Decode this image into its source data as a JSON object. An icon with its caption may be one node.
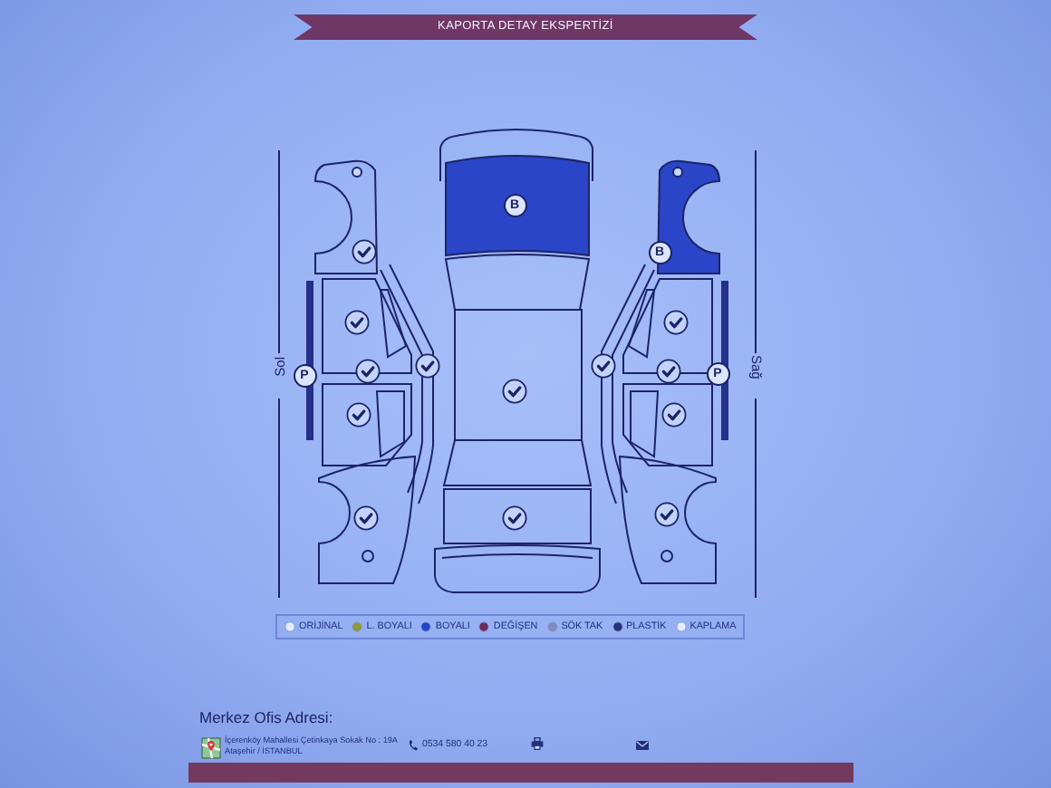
{
  "diagram": {
    "title": "KAPORTA DETAY EKSPERTİZİ",
    "labels": [
      "B",
      "B",
      "Sol",
      "P",
      "P",
      "Sağ",
      "Merkez Ofis Adresi:",
      "İçerenköy Mahallesi Çetinkaya Sokak No : 19A Ataşehir / İSTANBUL",
      "0534 580 40 23"
    ],
    "legend": [
      {
        "text": "ORİJİNAL",
        "color": "#e4ebff"
      },
      {
        "text": "L. BOYALI",
        "color": "#8c9a30"
      },
      {
        "text": "BOYALI",
        "color": "#2445c8"
      },
      {
        "text": "DEĞİŞEN",
        "color": "#6a2c55"
      },
      {
        "text": "SÖK TAK",
        "color": "#7d8cbc"
      },
      {
        "text": "PLASTİK",
        "color": "#26317f"
      },
      {
        "text": "KAPLAMA",
        "color": "#e4ebff"
      }
    ]
  }
}
